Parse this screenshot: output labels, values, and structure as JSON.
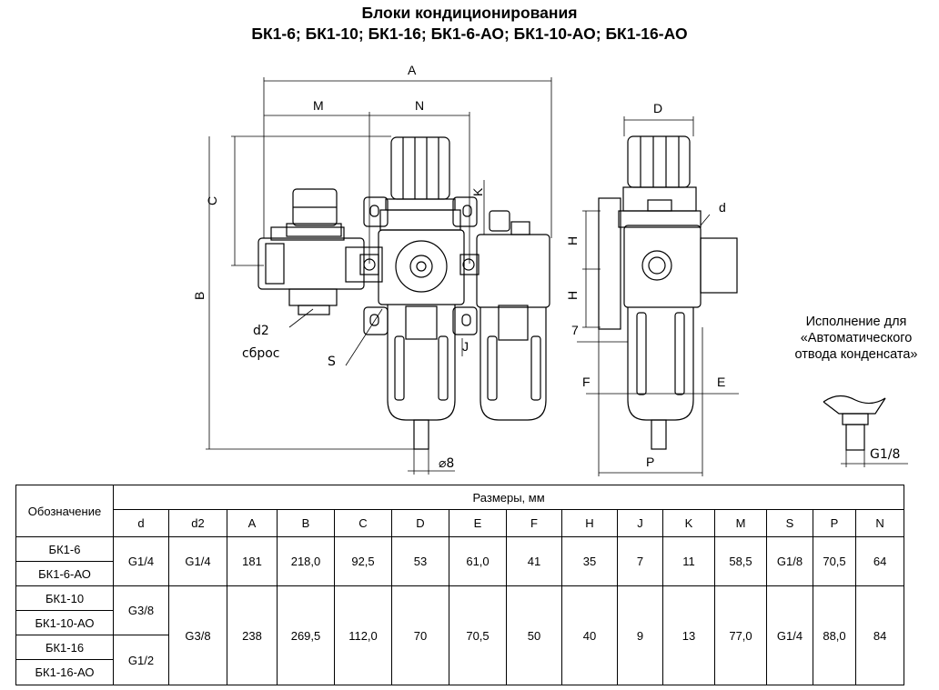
{
  "title": {
    "line1": "Блоки кондиционирования",
    "line2": "БК1-6; БК1-10; БК1-16; БК1-6-АО; БК1-10-АО; БК1-16-АО"
  },
  "drawing": {
    "labels": {
      "A": "A",
      "M": "M",
      "N": "N",
      "C": "C",
      "B": "B",
      "K": "K",
      "D": "D",
      "d": "d",
      "H1": "H",
      "H2": "H",
      "seven": "7",
      "F": "F",
      "E": "E",
      "P": "P",
      "J": "J",
      "S": "S",
      "d2": "d2",
      "sbros": "сброс",
      "phi8": "⌀8",
      "G18": "G1/8"
    }
  },
  "note": {
    "line1": "Исполнение для",
    "line2": "«Автоматического",
    "line3": "отвода конденсата»"
  },
  "table": {
    "designation_header": "Обозначение",
    "sizes_header": "Размеры, мм",
    "columns": [
      "d",
      "d2",
      "A",
      "B",
      "C",
      "D",
      "E",
      "F",
      "H",
      "J",
      "K",
      "M",
      "S",
      "P",
      "N"
    ],
    "group1": {
      "models": [
        "БК1-6",
        "БК1-6-АО"
      ],
      "values": [
        "G1/4",
        "G1/4",
        "181",
        "218,0",
        "92,5",
        "53",
        "61,0",
        "41",
        "35",
        "7",
        "11",
        "58,5",
        "G1/8",
        "70,5",
        "64"
      ]
    },
    "group2": {
      "models": [
        "БК1-10",
        "БК1-10-АО",
        "БК1-16",
        "БК1-16-АО"
      ],
      "d_values": [
        "G3/8",
        "G1/2"
      ],
      "values": [
        "G3/8",
        "238",
        "269,5",
        "112,0",
        "70",
        "70,5",
        "50",
        "40",
        "9",
        "13",
        "77,0",
        "G1/4",
        "88,0",
        "84"
      ]
    }
  }
}
